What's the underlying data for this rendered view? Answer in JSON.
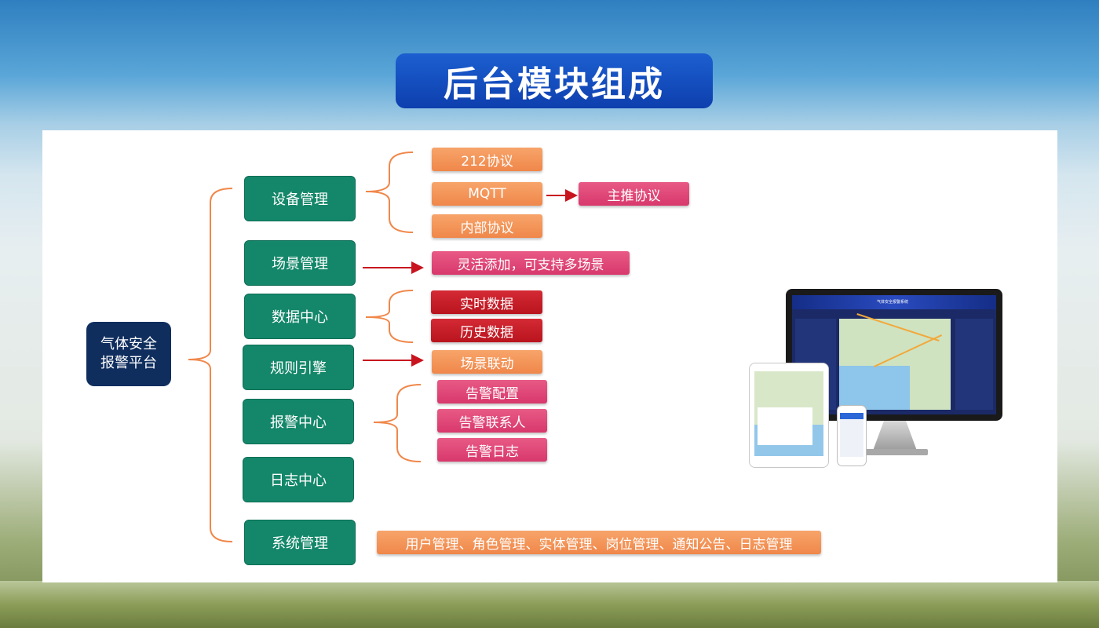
{
  "title": "后台模块组成",
  "root": {
    "line1": "气体安全",
    "line2": "报警平台"
  },
  "modules": [
    {
      "label": "设备管理"
    },
    {
      "label": "场景管理"
    },
    {
      "label": "数据中心"
    },
    {
      "label": "规则引擎"
    },
    {
      "label": "报警中心"
    },
    {
      "label": "日志中心"
    },
    {
      "label": "系统管理"
    }
  ],
  "device_mgmt": {
    "protocol_212": "212协议",
    "mqtt": "MQTT",
    "internal": "内部协议",
    "push": "主推协议"
  },
  "scene_mgmt": {
    "flexible": "灵活添加，可支持多场景"
  },
  "data_center": {
    "realtime": "实时数据",
    "history": "历史数据"
  },
  "rule_engine": {
    "linkage": "场景联动"
  },
  "alarm_center": {
    "config": "告警配置",
    "contacts": "告警联系人",
    "log": "告警日志"
  },
  "system_mgmt": {
    "items": "用户管理、角色管理、实体管理、岗位管理、通知公告、日志管理"
  },
  "device_illustration": {
    "screen_title": "气体安全报警系统"
  },
  "colors": {
    "title_bg": "#1249bf",
    "root_bg": "#0f2e5e",
    "module_bg": "#14876a",
    "orange_tag": "#f0874a",
    "pink_tag": "#d8386c",
    "red_tag": "#b9141e",
    "bracket": "#f0874a",
    "arrow": "#c8141e"
  }
}
